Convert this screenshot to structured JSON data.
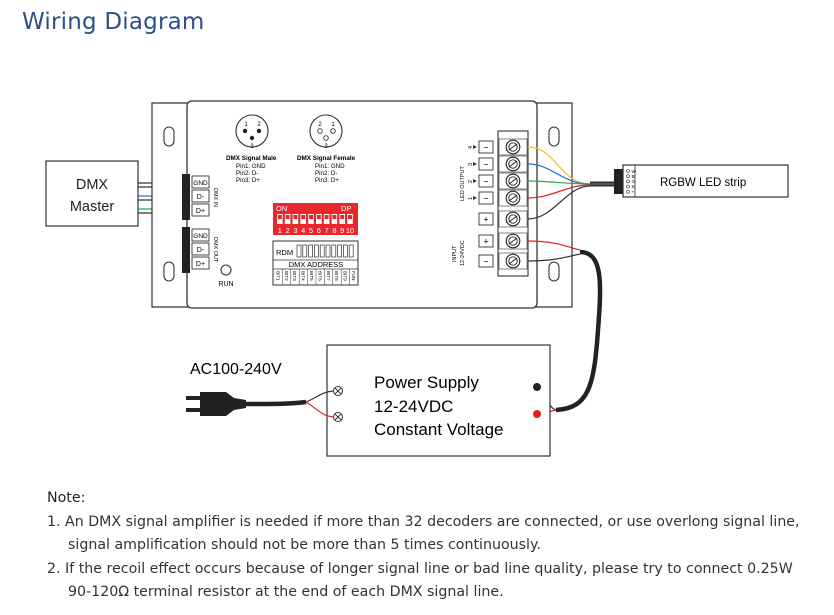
{
  "title": "Wiring Diagram",
  "dmx_master": {
    "line1": "DMX",
    "line2": "Master"
  },
  "dmx_in": {
    "label": "DMX IN",
    "terminals": [
      "GND",
      "D-",
      "D+"
    ]
  },
  "dmx_out": {
    "label": "DMX OUT",
    "terminals": [
      "GND",
      "D-",
      "D+"
    ]
  },
  "run_label": "RUN",
  "xlr_male": {
    "title": "DMX Signal Male",
    "pins": [
      "Pin1: GND",
      "Pin2: D-",
      "Pin3: D+"
    ],
    "numbers": [
      "1",
      "2",
      "3"
    ]
  },
  "xlr_female": {
    "title": "DMX Signal Female",
    "pins": [
      "Pin1: GND",
      "Pin2: D-",
      "Pin3: D+"
    ],
    "numbers": [
      "2",
      "1",
      "3"
    ]
  },
  "dip_switch": {
    "on_label": "ON",
    "dp_label": "DP",
    "numbers": [
      "1",
      "2",
      "3",
      "4",
      "5",
      "6",
      "7",
      "8",
      "9",
      "10"
    ]
  },
  "rdm_block": {
    "rdm_label": "RDM",
    "address_label": "DMX ADDRESS",
    "columns": [
      "BIT1",
      "BIT2",
      "BIT3",
      "BIT4",
      "BIT5",
      "BIT6",
      "BIT7",
      "BIT8",
      "BIT9",
      "FUN"
    ]
  },
  "led_output": {
    "label": "LED OUTPUT",
    "channels": [
      "4",
      "3",
      "2",
      "1"
    ],
    "signs": [
      "−",
      "−",
      "−",
      "−",
      "+"
    ]
  },
  "power_input": {
    "label": "INPUT",
    "voltage": "12-24VDC",
    "signs": [
      "+",
      "−"
    ]
  },
  "rgbw_strip": {
    "label": "RGBW LED strip",
    "pins": [
      "W",
      "B",
      "G",
      "R",
      "+"
    ]
  },
  "ac_label": "AC100-240V",
  "power_supply": {
    "line1": "Power Supply",
    "line2": "12-24VDC",
    "line3": "Constant Voltage"
  },
  "notes": {
    "heading": "Note:",
    "note1_line1": "1. An DMX signal amplifier is needed if more than 32 decoders are connected, or use overlong signal line,",
    "note1_line2": "signal amplification should not be more than 5 times continuously.",
    "note2_line1": "2. If the recoil effect occurs because of longer signal line or bad line quality, please try to connect 0.25W",
    "note2_line2": "90-120Ω terminal resistor at the end of each DMX signal line."
  },
  "colors": {
    "title": "#2c4f87",
    "dip_red": "#e8262b",
    "wire_red": "#e02020",
    "wire_green": "#2aa84a",
    "wire_blue": "#2b6fd6",
    "wire_yellow": "#f2c21b",
    "wire_black": "#222222"
  }
}
